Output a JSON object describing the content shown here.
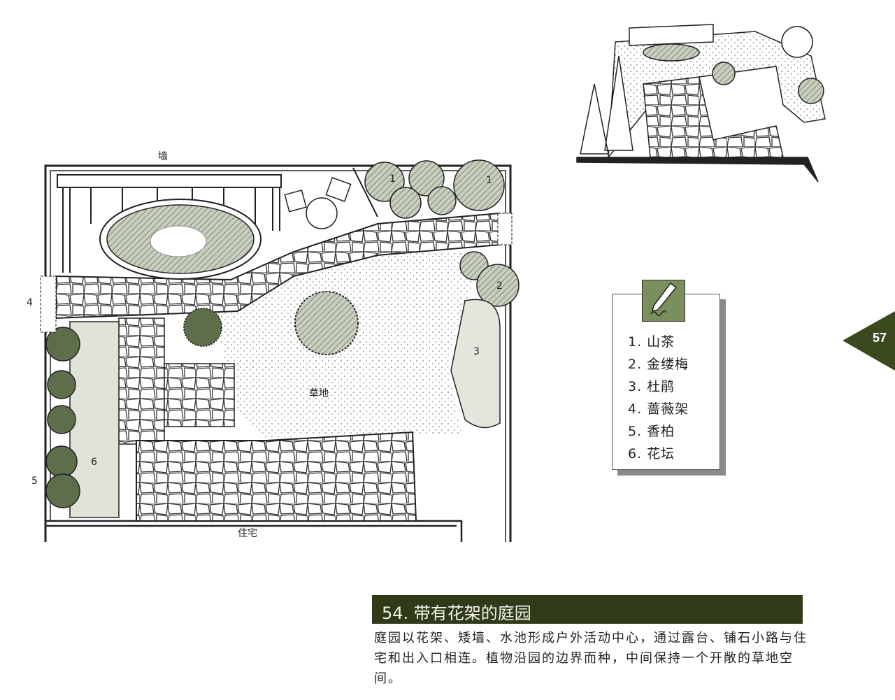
{
  "plan": {
    "labels": {
      "wall": "墙",
      "house": "住宅",
      "lawn": "草地",
      "n1a": "1",
      "n1b": "1",
      "n2": "2",
      "n3": "3",
      "n4": "4",
      "n5": "5",
      "n6": "6"
    }
  },
  "legend": {
    "items": [
      "1. 山茶",
      "2. 金缕梅",
      "3. 杜鹃",
      "4. 蔷薇架",
      "5. 香柏",
      "6. 花坛"
    ]
  },
  "page_number": "57",
  "caption": {
    "title": "54. 带有花架的庭园",
    "body": "庭园以花架、矮墙、水池形成户外活动中心，通过露台、铺石小路与住宅和出入口相连。植物沿园的边界而种，中间保持一个开敞的草地空间。"
  },
  "colors": {
    "accent": "#2f3a19",
    "plant_green": "#7a8f5c",
    "plant_dark": "#5f6e4a"
  }
}
